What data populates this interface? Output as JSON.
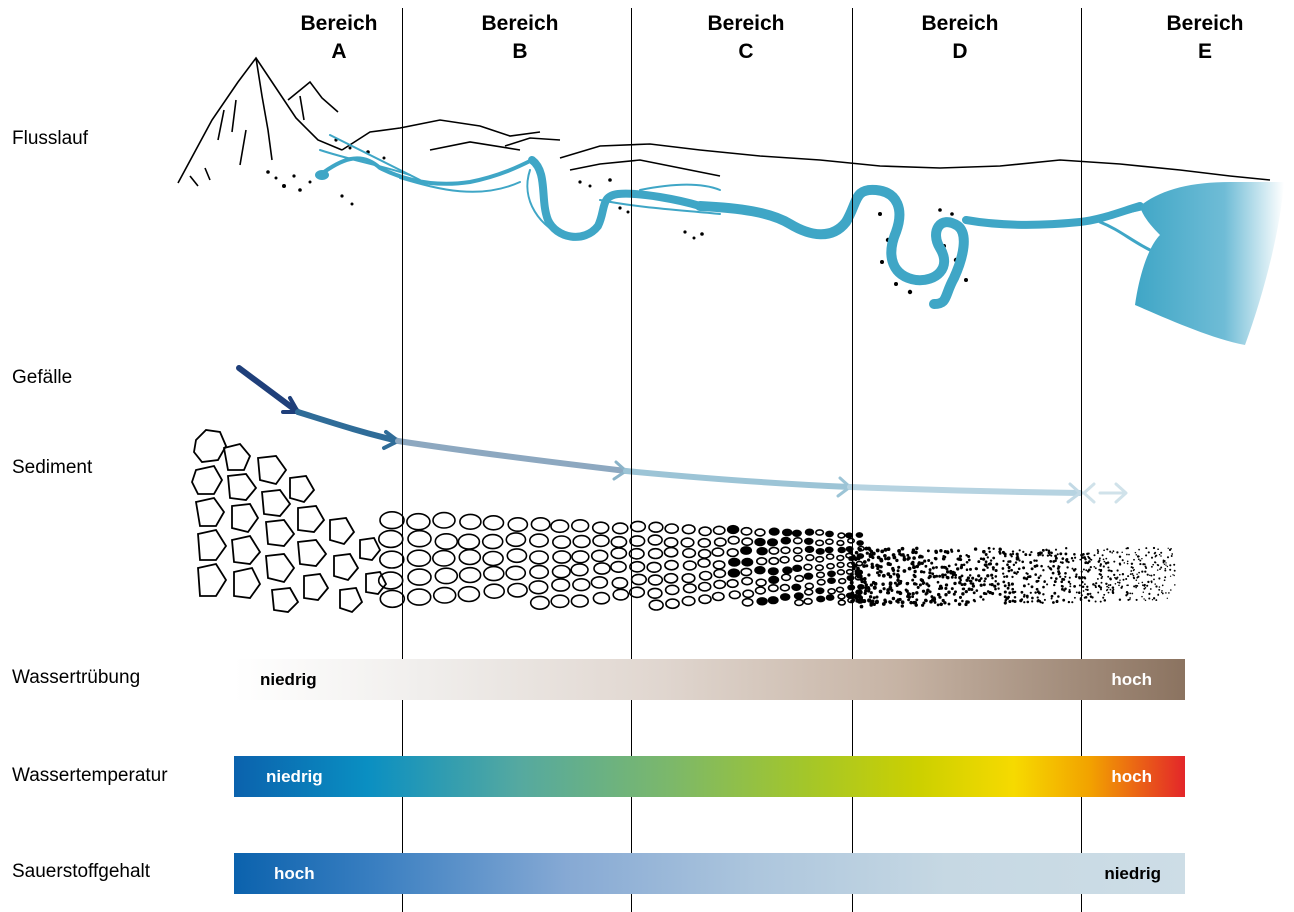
{
  "zones": [
    {
      "word": "Bereich",
      "letter": "A"
    },
    {
      "word": "Bereich",
      "letter": "B"
    },
    {
      "word": "Bereich",
      "letter": "C"
    },
    {
      "word": "Bereich",
      "letter": "D"
    },
    {
      "word": "Bereich",
      "letter": "E"
    }
  ],
  "rows": {
    "flusslauf": "Flusslauf",
    "gefaelle": "Gefälle",
    "sediment": "Sediment",
    "truebung": "Wassertrübung",
    "temperatur": "Wassertemperatur",
    "sauerstoff": "Sauerstoffgehalt"
  },
  "bars": {
    "truebung": {
      "start": "niedrig",
      "end": "hoch"
    },
    "temperatur": {
      "start": "niedrig",
      "end": "hoch"
    },
    "sauerstoff": {
      "start": "hoch",
      "end": "niedrig"
    }
  },
  "colors": {
    "river": "#3fa6c6",
    "arrow_dark": "#1f3f7a",
    "turbidity_end": "#8b7360",
    "temp_cold": "#0b62ad",
    "temp_hot": "#e3262a",
    "oxygen_high": "#0b62ad",
    "oxygen_low": "#cddde6"
  }
}
